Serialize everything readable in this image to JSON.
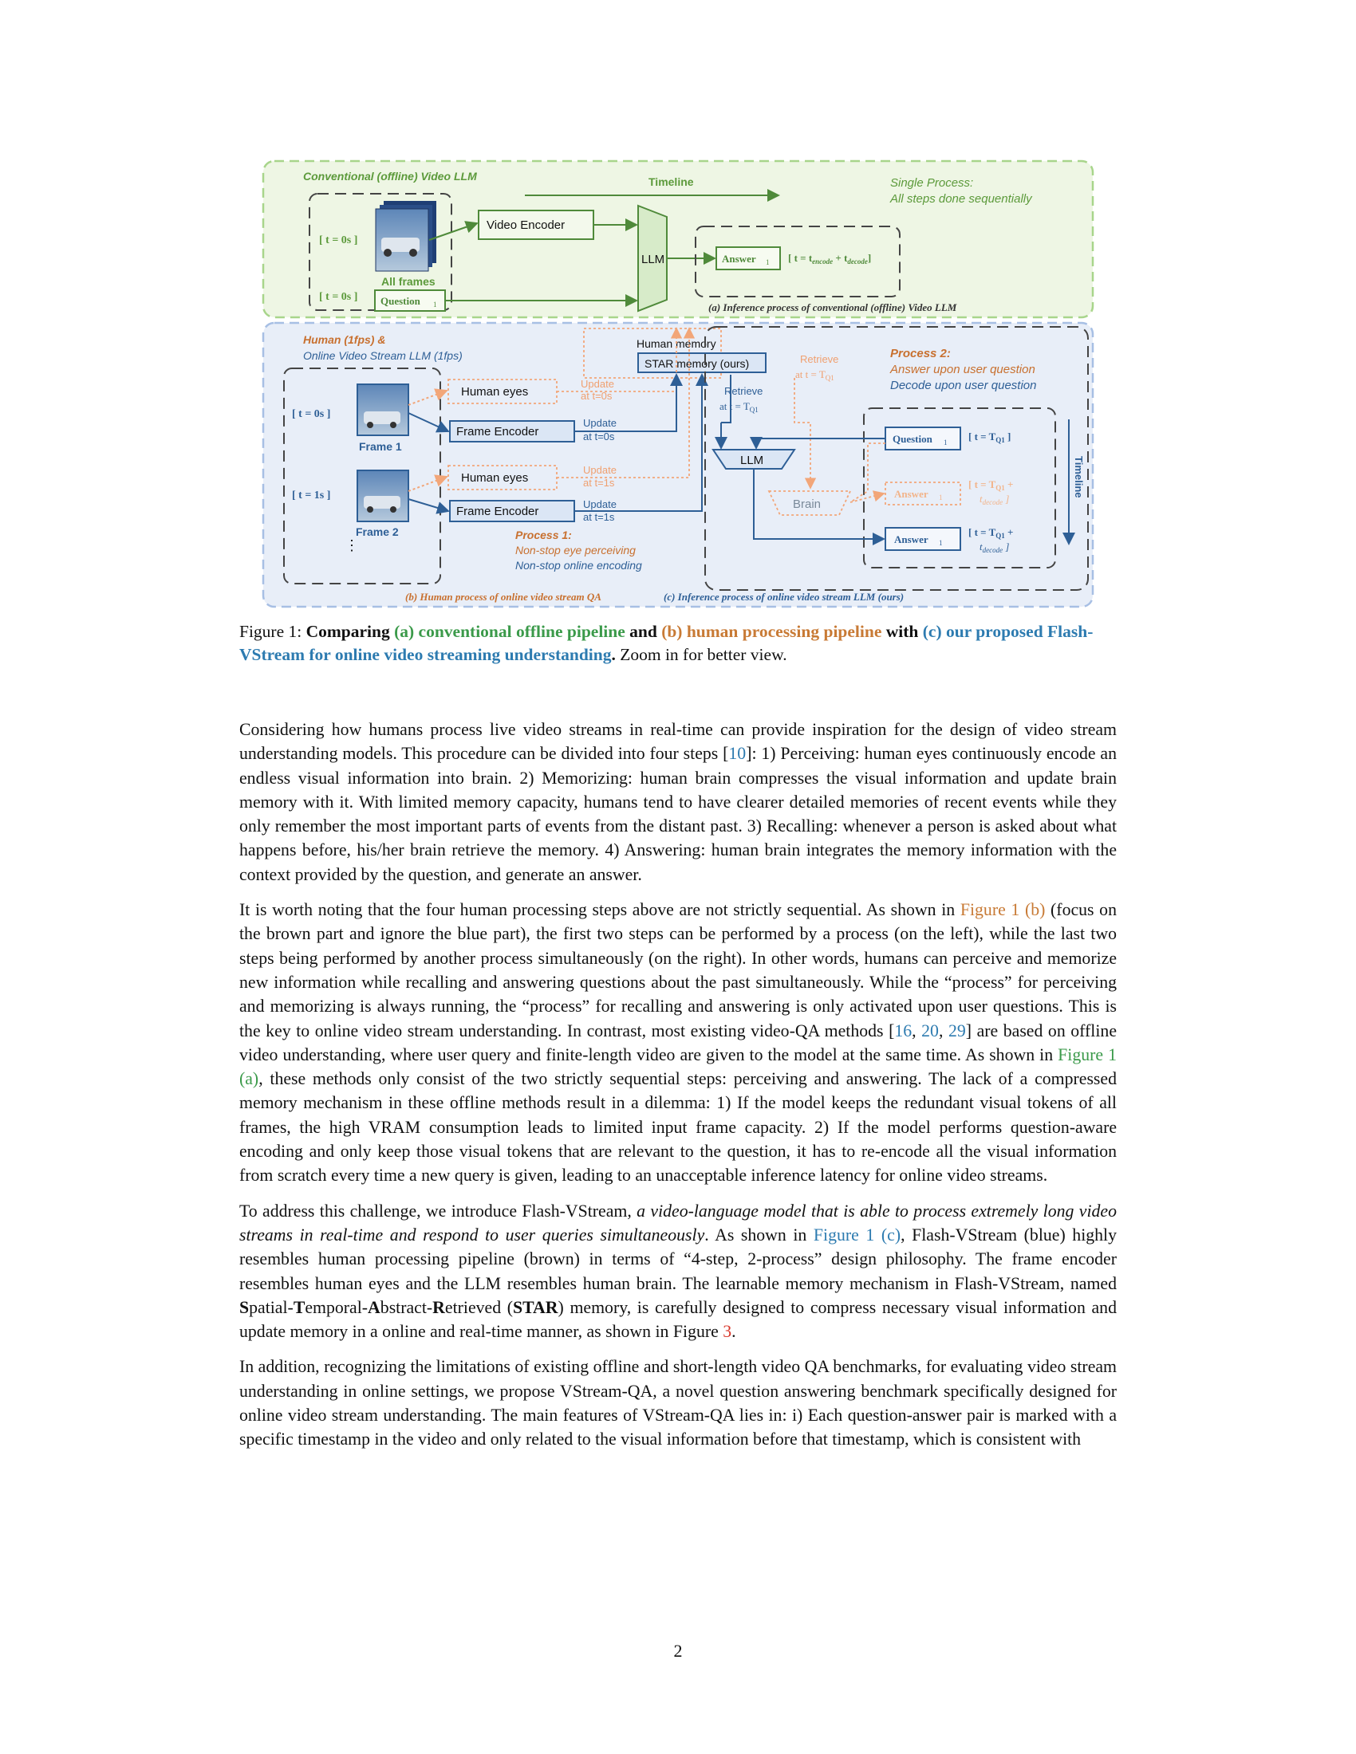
{
  "figure": {
    "a_title": "Conventional (offline) Video LLM",
    "timeline_top": "Timeline",
    "single_process_1": "Single Process:",
    "single_process_2": "All steps done sequentially",
    "t0_a1": "[ t = 0s ]",
    "t0_a2": "[ t = 0s ]",
    "all_frames": "All frames",
    "question1_a": "Question",
    "video_encoder": "Video Encoder",
    "llm_a": "LLM",
    "answer1_a": "Answer",
    "answer1_time": "[ t = t",
    "answer1_time_sub1": "encode",
    "answer1_time_mid": " + t",
    "answer1_time_sub2": "decode",
    "answer1_time_end": "]",
    "a_caption": "(a) Inference process of conventional (offline) Video LLM",
    "human_1fps": "Human (1fps) &",
    "online_llm": "Online Video Stream LLM (1fps)",
    "human_memory": "Human memory",
    "star_memory": "STAR memory (ours)",
    "retrieve_brown_1": "Retrieve",
    "retrieve_brown_2": "at t = T",
    "retrieve_blue_1": "Retrieve",
    "retrieve_blue_2": "at t = T",
    "process2_1": "Process 2:",
    "process2_2": "Answer upon user question",
    "process2_3": "Decode upon user question",
    "t0_b": "[ t = 0s ]",
    "t1_b": "[ t = 1s ]",
    "frame1": "Frame 1",
    "frame2": "Frame 2",
    "human_eyes": "Human eyes",
    "frame_encoder": "Frame Encoder",
    "update_brown_0_1": "Update",
    "update_brown_0_2": "at t=0s",
    "update_blue_0_1": "Update",
    "update_blue_0_2": "at t=0s",
    "update_brown_1_1": "Update",
    "update_brown_1_2": "at t=1s",
    "update_blue_1_1": "Update",
    "update_blue_1_2": "at t=1s",
    "process1_1": "Process 1:",
    "process1_2": "Non-stop eye perceiving",
    "process1_3": "Non-stop online encoding",
    "llm_c": "LLM",
    "brain": "Brain",
    "question1_c": "Question",
    "question1_c_time": "[ t = T",
    "answer1_brown": "Answer",
    "answer1_brown_time_1": "[ t = T",
    "answer1_brown_time_2": "t",
    "answer1_c": "Answer",
    "answer1_c_time_1": "[ t = T",
    "answer1_c_time_2": "t",
    "timeline_side": "Timeline",
    "b_caption": "(b) Human process of online video stream QA",
    "c_caption": "(c) Inference process of online video stream LLM (ours)"
  },
  "caption": {
    "prefix": "Figure 1: ",
    "bold1": "Comparing ",
    "green": "(a) conventional offline pipeline",
    "bold2": " and ",
    "brown": "(b) human processing pipeline",
    "bold3": " with ",
    "blue": "(c) our proposed Flash-VStream for online video streaming understanding",
    "bold4": ".",
    "tail": " Zoom in for better view."
  },
  "p1": {
    "a": "Considering how humans process live video streams in real-time can provide inspiration for the design of video stream understanding models. This procedure can be divided into four steps [",
    "c1": "10",
    "b": "]: 1) Perceiving: human eyes continuously encode an endless visual information into brain. 2) Memorizing: human brain compresses the visual information and update brain memory with it. With limited memory capacity, humans tend to have clearer detailed memories of recent events while they only remember the most important parts of events from the distant past. 3) Recalling: whenever a person is asked about what happens before, his/her brain retrieve the memory. 4) Answering: human brain integrates the memory information with the context provided by the question, and generate an answer."
  },
  "p2": {
    "a": "It is worth noting that the four human processing steps above are not strictly sequential. As shown in ",
    "ref1": "Figure 1 (b)",
    "b": " (focus on the brown part and ignore the blue part), the first two steps can be performed by a process (on the left), while the last two steps being performed by another process simultaneously (on the right). In other words, humans can perceive and memorize new information while recalling and answering questions about the past simultaneously. While the “process” for perceiving and memorizing is always running, the “process” for recalling and answering is only activated upon user questions. This is the key to online video stream understanding. In contrast, most existing video-QA methods [",
    "c1": "16",
    "s1": ", ",
    "c2": "20",
    "s2": ", ",
    "c3": "29",
    "c": "] are based on offline video understanding, where user query and finite-length video are given to the model at the same time. As shown in ",
    "ref2": "Figure 1 (a)",
    "d": ", these methods only consist of the two strictly sequential steps: perceiving and answering. The lack of a compressed memory mechanism in these offline methods result in a dilemma: 1) If the model keeps the redundant visual tokens of all frames, the high VRAM consumption leads to limited input frame capacity. 2) If the model performs question-aware encoding and only keep those visual tokens that are relevant to the question, it has to re-encode all the visual information from scratch every time a new query is given, leading to an unacceptable inference latency for online video streams."
  },
  "p3": {
    "a": "To address this challenge, we introduce Flash-VStream, ",
    "italic": "a video-language model that is able to process extremely long video streams in real-time and respond to user queries simultaneously",
    "b": ". As shown in ",
    "ref1": "Figure 1 (c)",
    "c": ", Flash-VStream (blue) highly resembles human processing pipeline (brown) in terms of “4-step, 2-process” design philosophy. The frame encoder resembles human eyes and the LLM resembles human brain. The learnable memory mechanism in Flash-VStream, named ",
    "S": "S",
    "s_rest": "patial-",
    "T": "T",
    "t_rest": "emporal-",
    "A": "A",
    "a_rest": "bstract-",
    "R": "R",
    "r_rest": "etrieved (",
    "STAR": "STAR",
    "d": ") memory, is carefully designed to compress necessary visual information and update memory in a online and real-time manner, as shown in Figure ",
    "ref2": "3",
    "e": "."
  },
  "p4": {
    "a": "In addition, recognizing the limitations of existing offline and short-length video QA benchmarks, for evaluating video stream understanding in online settings, we propose VStream-QA, a novel question answering benchmark specifically designed for online video stream understanding. The main features of VStream-QA lies in: i) Each question-answer pair is marked with a specific timestamp in the video and only related to the visual information before that timestamp, which is consistent with"
  },
  "page_number": "2"
}
